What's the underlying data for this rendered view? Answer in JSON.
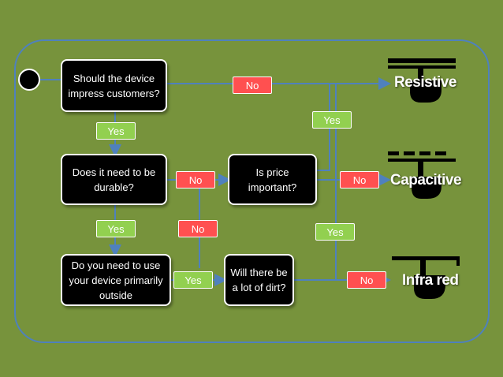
{
  "start_label": "",
  "questions": {
    "impress": "Should the device impress customers?",
    "durable": "Does it need to be durable?",
    "price": "Is price important?",
    "outside": "Do you need to use your device primarily outside",
    "dirt": "Will there be a lot of dirt?"
  },
  "labels": {
    "yes": "Yes",
    "no": "No"
  },
  "outcomes": {
    "resistive": "Resistive",
    "capacitive": "Capacitive",
    "infrared": "Infra red"
  },
  "colors": {
    "background": "#77933C",
    "line": "#4F81BD",
    "yes": "#92D050",
    "no": "#FF5050",
    "box": "#000000"
  },
  "icons": [
    "resistive-hand-icon",
    "capacitive-hand-icon",
    "infrared-hand-icon"
  ]
}
